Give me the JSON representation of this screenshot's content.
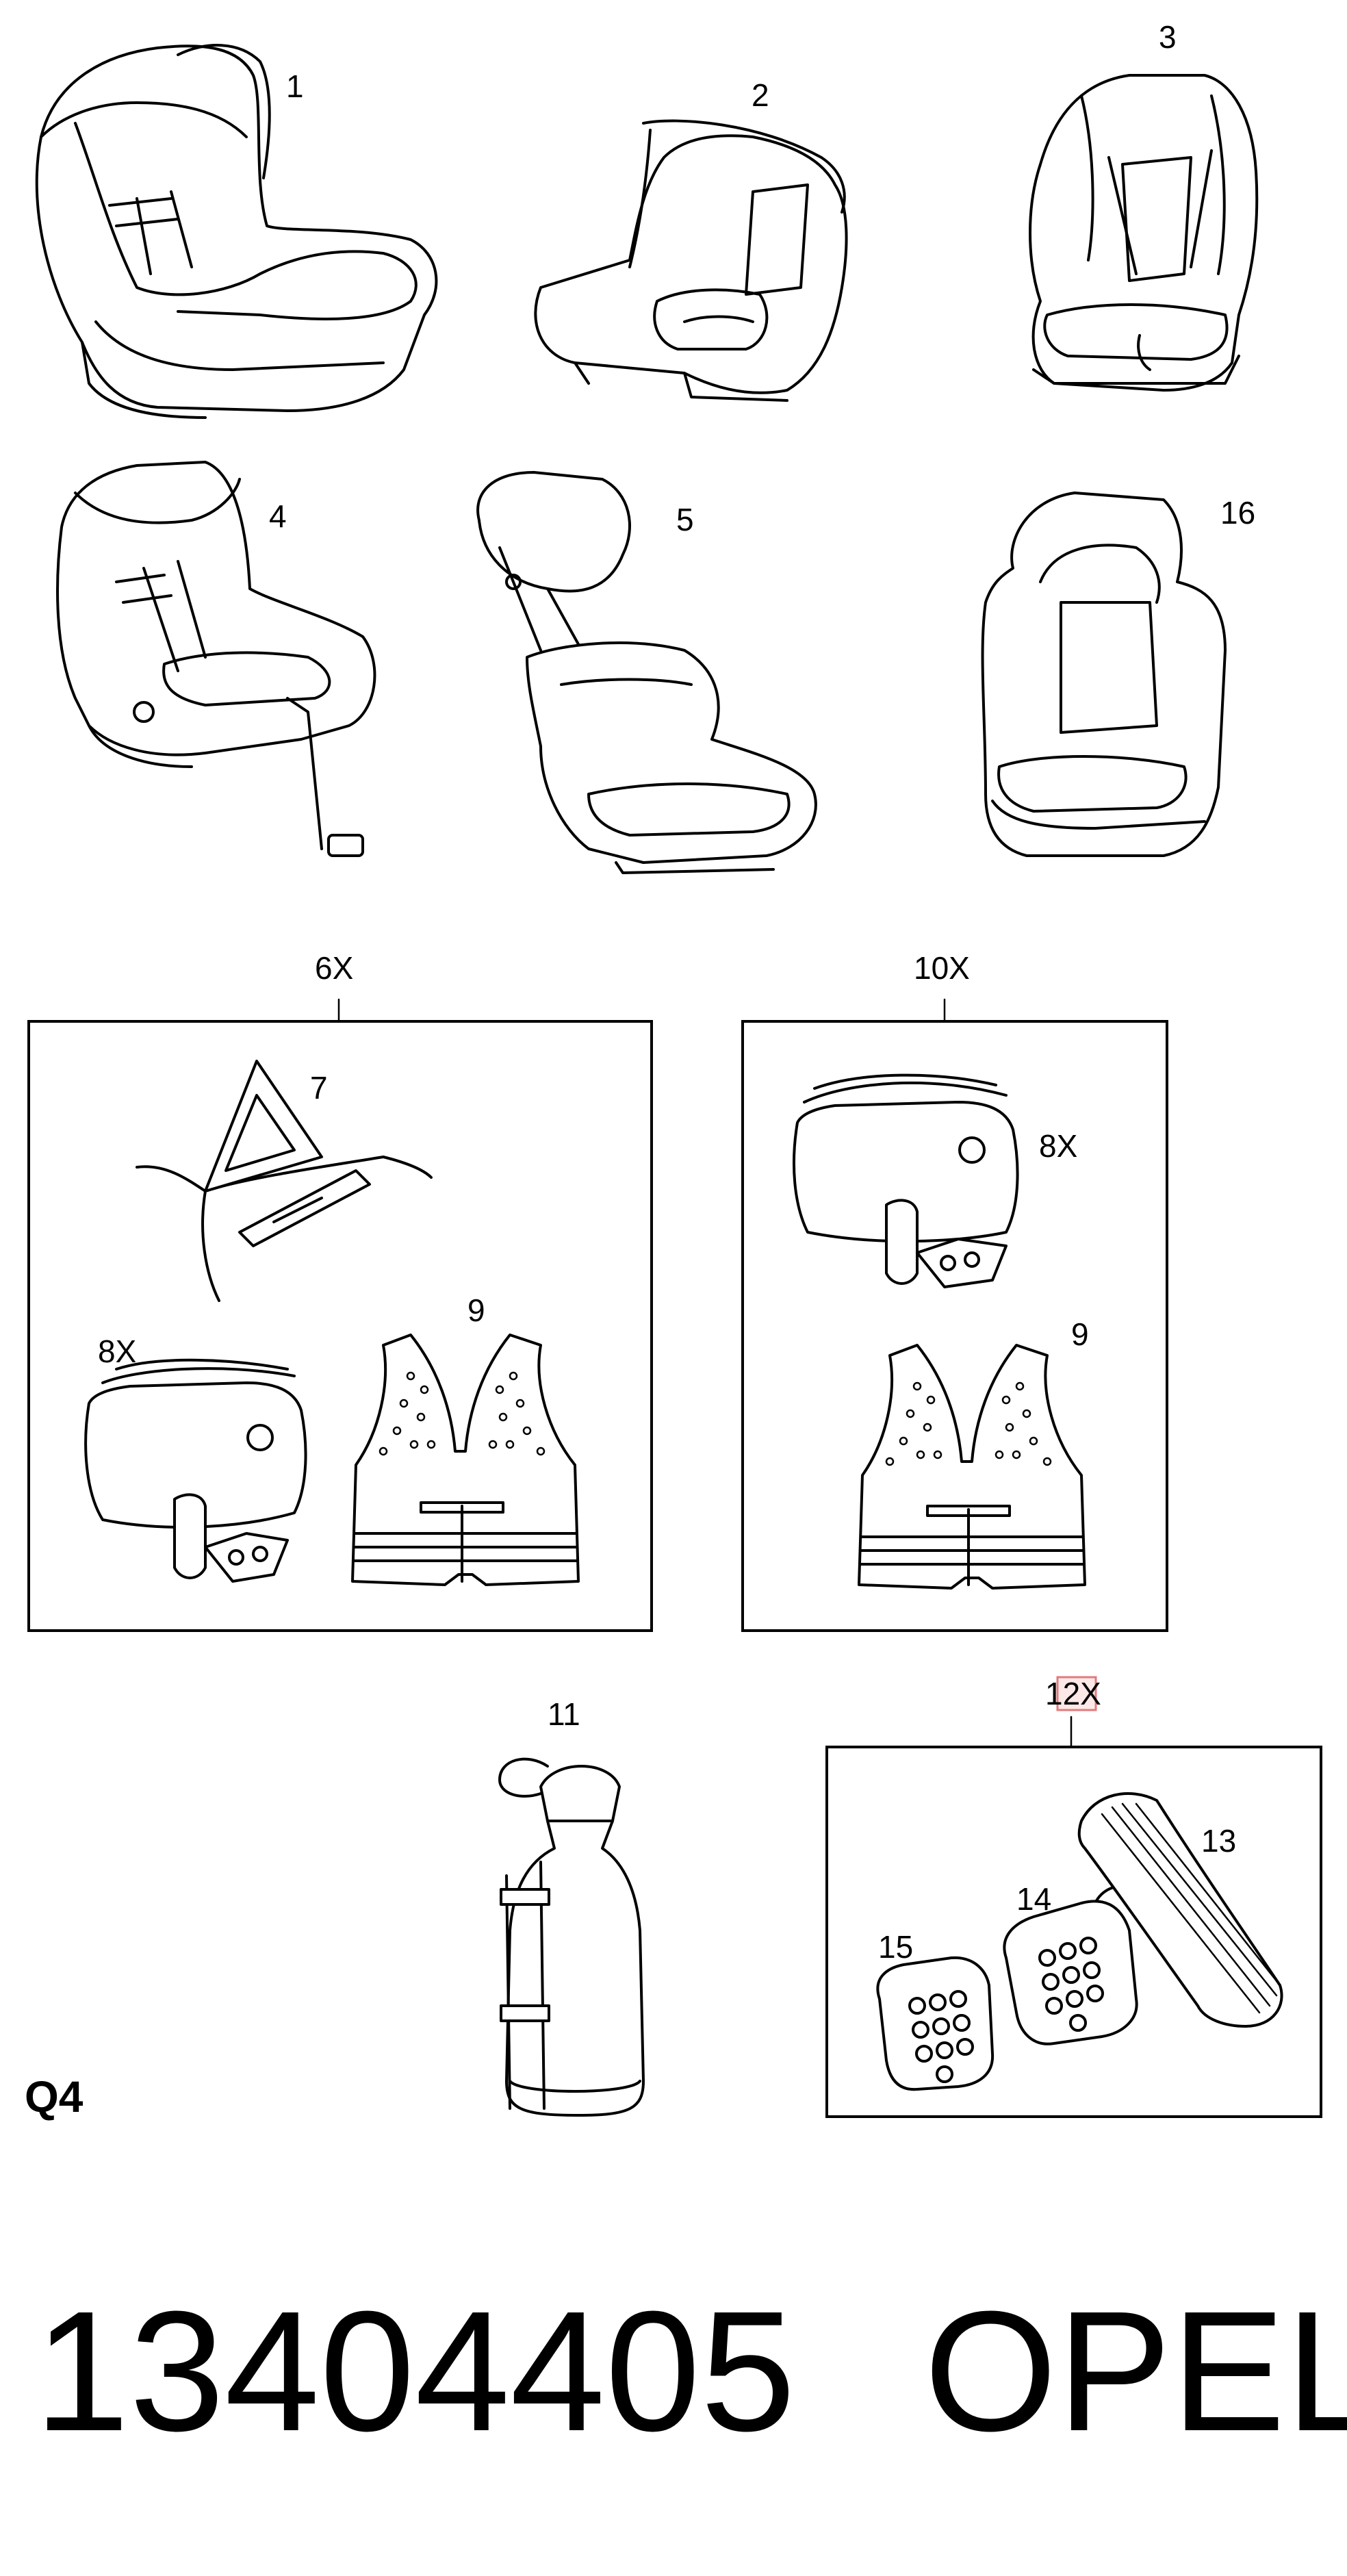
{
  "callouts": {
    "c1": "1",
    "c2": "2",
    "c3": "3",
    "c4": "4",
    "c5": "5",
    "c16": "16",
    "c6x": "6X",
    "c7": "7",
    "c8x_left": "8X",
    "c9_left": "9",
    "c10x": "10X",
    "c8x_right": "8X",
    "c9_right": "9",
    "c11": "11",
    "c12x": "12X",
    "c13": "13",
    "c14": "14",
    "c15": "15"
  },
  "section_code": "Q4",
  "footer": {
    "part_number": "13404405",
    "brand": "OPEL"
  },
  "colors": {
    "line": "#000000",
    "background": "#ffffff",
    "highlight_box": "#e07b7b",
    "highlight_fill": "#fde8e8"
  }
}
